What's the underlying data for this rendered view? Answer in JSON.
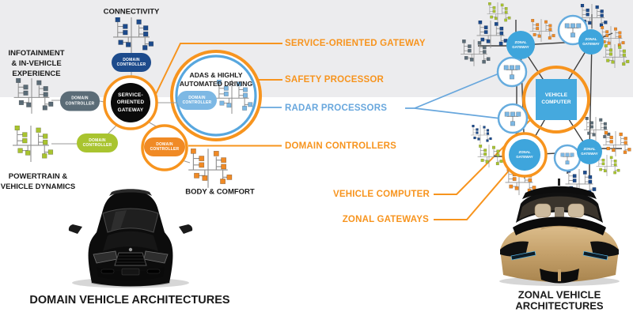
{
  "titles": {
    "domain": "DOMAIN VEHICLE ARCHITECTURES",
    "zonal": "ZONAL VEHICLE\nARCHITECTURES"
  },
  "labels": {
    "connectivity": "CONNECTIVITY",
    "infotainment": "INFOTAINMENT\n& IN-VEHICLE\nEXPERIENCE",
    "powertrain": "POWERTRAIN &\nVEHICLE DYNAMICS",
    "body_comfort": "BODY & COMFORT",
    "adas": "ADAS & HIGHLY\nAUTOMATED DRIVING",
    "service_oriented_gateway": "SERVICE-\nORIENTED\nGATEWAY",
    "domain_controller": "DOMAIN\nCONTROLLER",
    "zonal_gateway": "ZONAL\nGATEWAY",
    "vehicle_computer": "VEHICLE\nCOMPUTER"
  },
  "callouts": {
    "service_oriented_gateway": "SERVICE-ORIENTED GATEWAY",
    "safety_processor": "SAFETY PROCESSOR",
    "radar_processors": "RADAR PROCESSORS",
    "domain_controllers": "DOMAIN CONTROLLERS",
    "vehicle_computer": "VEHICLE COMPUTER",
    "zonal_gateways": "ZONAL GATEWAYS"
  },
  "colors": {
    "accent_orange": "#F7941E",
    "accent_blue": "#68A7DD",
    "navy": "#1D4B8C",
    "slate_gray": "#5B6C77",
    "green": "#A9C42F",
    "orange": "#F08A25",
    "light_blue": "#7DB8E4",
    "zonal_blue": "#3EA5DC",
    "band_gray": "#ECECEE"
  }
}
